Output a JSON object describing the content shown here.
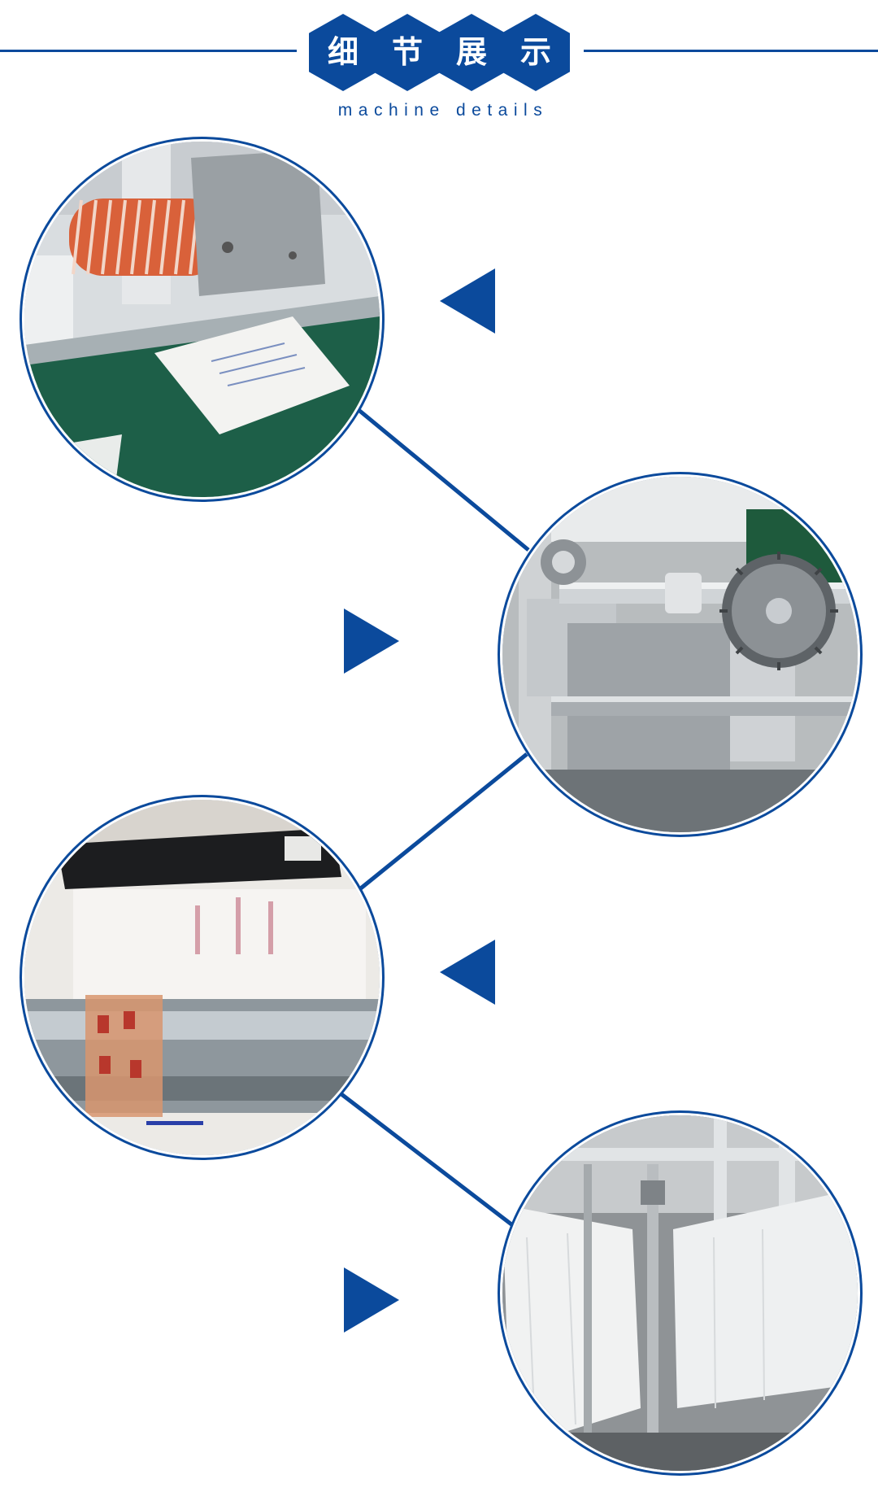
{
  "header": {
    "title_chars": [
      "细",
      "节",
      "展",
      "示"
    ],
    "subtitle": "machine details"
  },
  "colors": {
    "accent": "#0b4a9c",
    "background": "#ffffff"
  },
  "photos": [
    {
      "name": "conveyor-roller-photo"
    },
    {
      "name": "gear-shaft-photo"
    },
    {
      "name": "printed-film-roller-photo"
    },
    {
      "name": "nonwoven-web-feed-photo"
    }
  ],
  "pointers": [
    {
      "direction": "left"
    },
    {
      "direction": "right"
    },
    {
      "direction": "left"
    },
    {
      "direction": "right"
    }
  ]
}
